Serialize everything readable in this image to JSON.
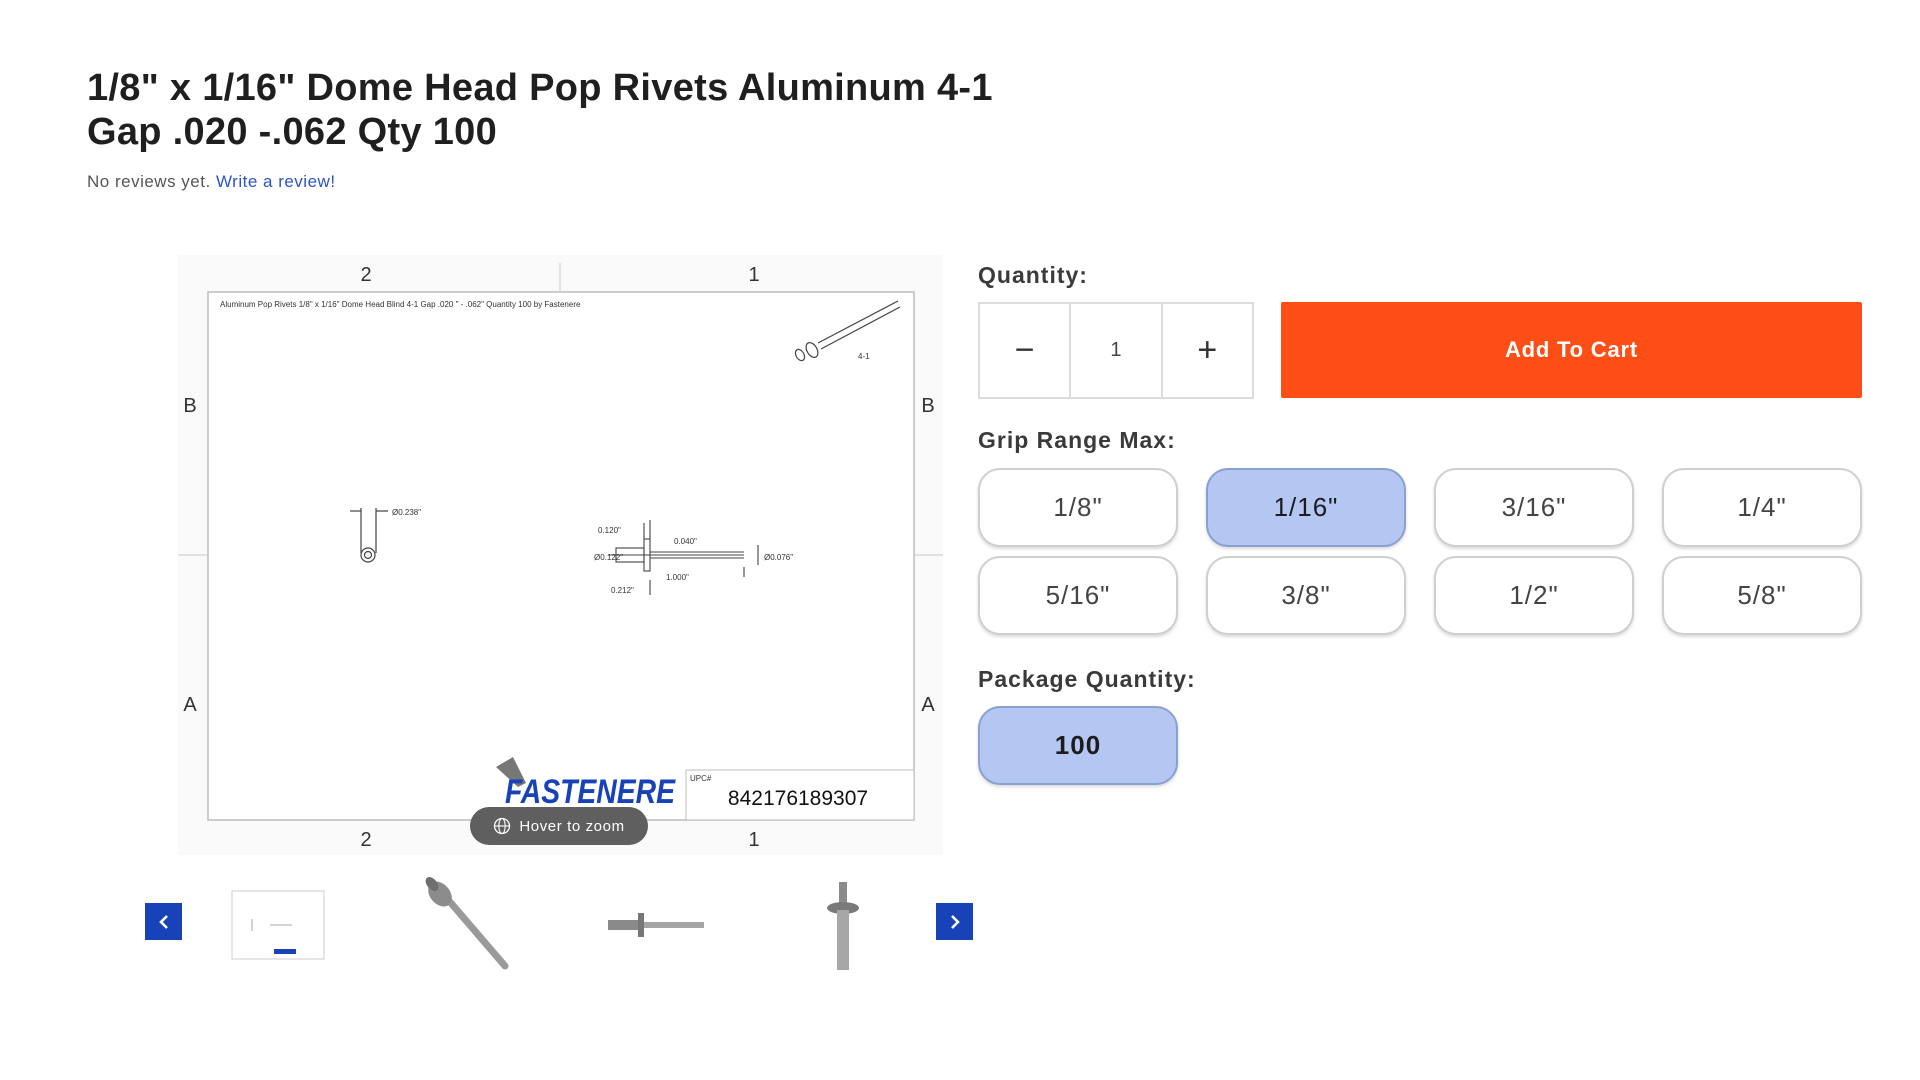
{
  "product": {
    "title": "1/8\" x 1/16\" Dome Head Pop Rivets Aluminum 4-1 Gap .020 -.062 Qty 100",
    "reviews_text": "No reviews yet.",
    "write_review": "Write a review!"
  },
  "drawing": {
    "caption": "Aluminum Pop Rivets 1/8\" x 1/16\" Dome Head Blind 4-1 Gap .020 \" - .062\" Quantity 100 by Fastenere",
    "col_left": "2",
    "col_right": "1",
    "row_top": "B",
    "row_bottom": "A",
    "iso_label": "4-1",
    "dim_end_dia": "Ø0.238\"",
    "dim_head_height": "0.120\"",
    "dim_head_dia": "Ø0.122\"",
    "dim_grip": "0.040\"",
    "dim_mandrel_dia": "Ø0.076\"",
    "dim_length": "1.000\"",
    "dim_body": "0.212\"",
    "brand": "FASTENERE",
    "upc_label": "UPC#",
    "upc": "842176189307",
    "zoom_hint": "Hover to zoom"
  },
  "thumbnails": [
    {
      "name": "thumbnail-drawing"
    },
    {
      "name": "thumbnail-rivet-angled"
    },
    {
      "name": "thumbnail-rivet-side"
    },
    {
      "name": "thumbnail-rivet-vertical"
    }
  ],
  "icons": {
    "prev": "chevron-left-icon",
    "next": "chevron-right-icon",
    "zoom": "globe-icon"
  },
  "purchase": {
    "quantity_label": "Quantity:",
    "decrement": "−",
    "quantity_value": "1",
    "increment": "+",
    "add_to_cart": "Add To Cart",
    "grip_label": "Grip Range Max:",
    "grip_options": [
      "1/8\"",
      "1/16\"",
      "3/16\"",
      "1/4\"",
      "5/16\"",
      "3/8\"",
      "1/2\"",
      "5/8\""
    ],
    "grip_selected": "1/16\"",
    "package_label": "Package Quantity:",
    "package_options": [
      "100"
    ],
    "package_selected": "100"
  },
  "colors": {
    "accent": "#fd4f15",
    "selected": "#b4c7f2",
    "nav": "#1742b8",
    "link": "#2a55c8"
  }
}
